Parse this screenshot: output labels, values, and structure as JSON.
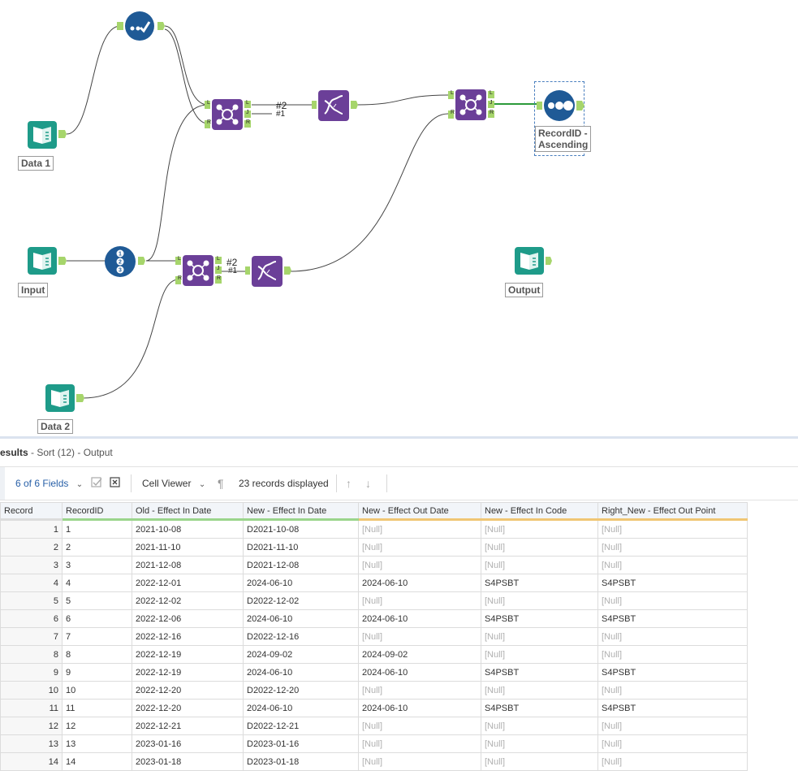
{
  "canvas": {
    "tools": {
      "data1": {
        "label": "Data 1"
      },
      "input": {
        "label": "Input"
      },
      "data2": {
        "label": "Data 2"
      },
      "output": {
        "label": "Output"
      },
      "sort": {
        "label_line1": "RecordID -",
        "label_line2": "Ascending"
      }
    },
    "anchors": {
      "L": "L",
      "J": "J",
      "R": "R",
      "hash2": "#2",
      "hash1": "#1"
    },
    "colors": {
      "input_tool": "#1e9b89",
      "join_tool": "#6b3f98",
      "blue_tool": "#1f5a96",
      "anchor": "#a6d56b",
      "wire_selected": "#2c9a3a"
    }
  },
  "results": {
    "title": "esults",
    "subtitle": " - Sort (12) - Output",
    "toolbar": {
      "fields": "6 of 6 Fields",
      "cell_viewer": "Cell Viewer",
      "records_displayed": "23 records displayed"
    },
    "columns": [
      "Record",
      "RecordID",
      "Old - Effect In Date",
      "New - Effect In Date",
      "New - Effect Out Date",
      "New - Effect In Code",
      "Right_New - Effect Out Point"
    ],
    "rows": [
      [
        "1",
        "1",
        "2021-10-08",
        "D2021-10-08",
        "[Null]",
        "[Null]",
        "[Null]"
      ],
      [
        "2",
        "2",
        "2021-11-10",
        "D2021-11-10",
        "[Null]",
        "[Null]",
        "[Null]"
      ],
      [
        "3",
        "3",
        "2021-12-08",
        "D2021-12-08",
        "[Null]",
        "[Null]",
        "[Null]"
      ],
      [
        "4",
        "4",
        "2022-12-01",
        "2024-06-10",
        "2024-06-10",
        "S4PSBT",
        "S4PSBT"
      ],
      [
        "5",
        "5",
        "2022-12-02",
        "D2022-12-02",
        "[Null]",
        "[Null]",
        "[Null]"
      ],
      [
        "6",
        "6",
        "2022-12-06",
        "2024-06-10",
        "2024-06-10",
        "S4PSBT",
        "S4PSBT"
      ],
      [
        "7",
        "7",
        "2022-12-16",
        "D2022-12-16",
        "[Null]",
        "[Null]",
        "[Null]"
      ],
      [
        "8",
        "8",
        "2022-12-19",
        "2024-09-02",
        "2024-09-02",
        "[Null]",
        "[Null]"
      ],
      [
        "9",
        "9",
        "2022-12-19",
        "2024-06-10",
        "2024-06-10",
        "S4PSBT",
        "S4PSBT"
      ],
      [
        "10",
        "10",
        "2022-12-20",
        "D2022-12-20",
        "[Null]",
        "[Null]",
        "[Null]"
      ],
      [
        "11",
        "11",
        "2022-12-20",
        "2024-06-10",
        "2024-06-10",
        "S4PSBT",
        "S4PSBT"
      ],
      [
        "12",
        "12",
        "2022-12-21",
        "D2022-12-21",
        "[Null]",
        "[Null]",
        "[Null]"
      ],
      [
        "13",
        "13",
        "2023-01-16",
        "D2023-01-16",
        "[Null]",
        "[Null]",
        "[Null]"
      ],
      [
        "14",
        "14",
        "2023-01-18",
        "D2023-01-18",
        "[Null]",
        "[Null]",
        "[Null]"
      ]
    ]
  }
}
